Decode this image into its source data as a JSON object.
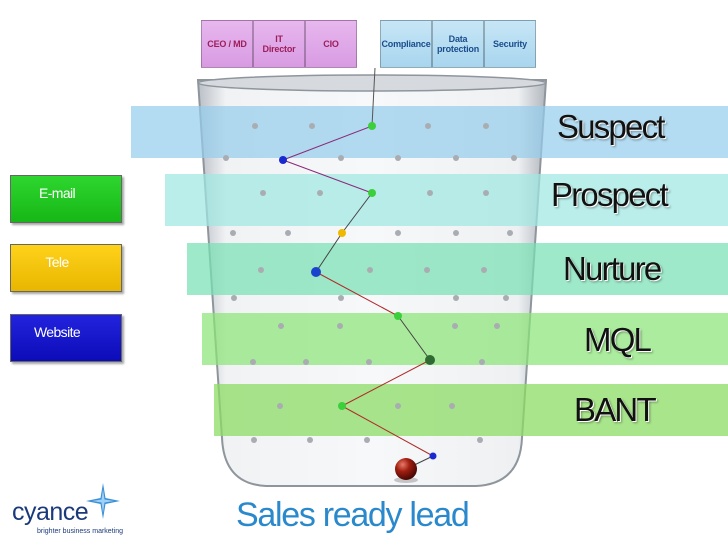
{
  "roles": [
    "CEO / MD",
    "IT Director",
    "CIO",
    "Compliance",
    "Data protection",
    "Security"
  ],
  "stages": [
    "Suspect",
    "Prospect",
    "Nurture",
    "MQL",
    "BANT"
  ],
  "channels": [
    {
      "label": "E-mail",
      "color": "#22cc22"
    },
    {
      "label": "Tele",
      "color": "#f5c400"
    },
    {
      "label": "Website",
      "color": "#1414cc"
    }
  ],
  "bottom_label": "Sales ready lead",
  "logo": {
    "name": "cyance",
    "tagline": "brighter business marketing",
    "color": "#1b3a7a"
  },
  "band_colors": [
    "#aad6ee",
    "#b5ece8",
    "#93e6c5",
    "#a6e893",
    "#a3e37e"
  ],
  "role_colors": {
    "pink": "#e0a8e8",
    "blue": "#b8def2"
  }
}
